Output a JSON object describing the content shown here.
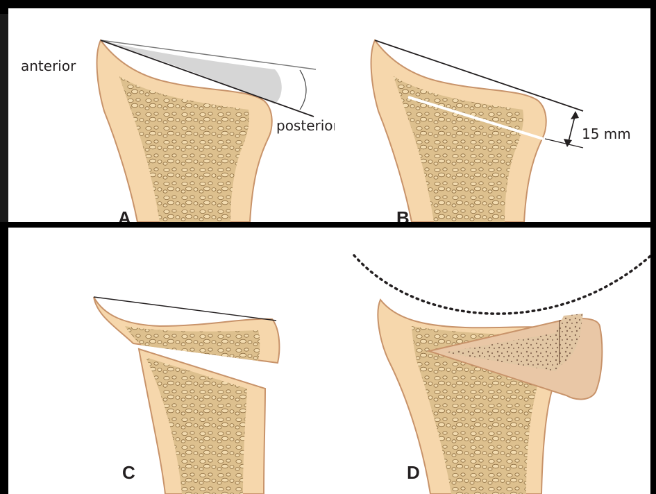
{
  "panels": {
    "a": {
      "letter": "A",
      "anterior": "anterior",
      "posterior": "posterior"
    },
    "b": {
      "letter": "B",
      "measure": "15 mm"
    },
    "c": {
      "letter": "C"
    },
    "d": {
      "letter": "D"
    }
  },
  "colors": {
    "cortex": "#f6d7ac",
    "cortex_stroke": "#c8936a",
    "cancellous": "#ddc08e",
    "cancellous_mark": "#8a6a3e",
    "slope_shade": "#d6d6d6",
    "background": "#ffffff",
    "frame": "#000000"
  }
}
